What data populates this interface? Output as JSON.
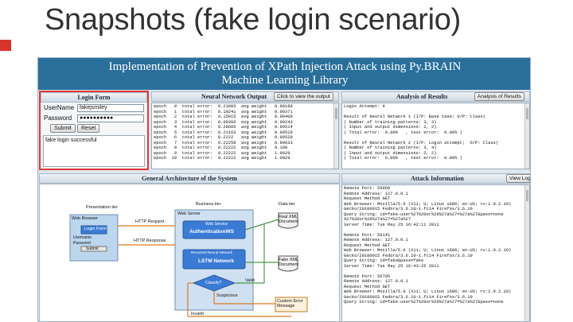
{
  "slide": {
    "title": "Snapshots (fake login scenario)"
  },
  "banner": {
    "line1": "Implementation of Prevention of XPath Injection Attack using Py.BRAIN",
    "line2": "Machine Learning Library"
  },
  "login": {
    "header": "Login Form",
    "username_label": "UserName",
    "username_value": "fakejsmiley",
    "password_label": "Password",
    "password_value": "●●●●●●●●●●",
    "submit_label": "Submit",
    "reset_label": "Reset",
    "message": "fake login successful"
  },
  "nn": {
    "header": "Neural Network Output",
    "button": "Click to view the output",
    "rows": [
      "epoch   0  total error:  0.21883  avg weight   0.99188",
      "epoch   1  total error:  0.19241  avg weight   0.99371",
      "epoch   2  total error:  0.15015  avg weight   0.99409",
      "epoch   3  total error:  0.09386  avg weight   0.99243",
      "epoch   4  total error:  0.28605  avg weight   0.99514",
      "epoch   5  total error:  0.21163  avg weight   0.99529",
      "epoch   6  total error:  0.2222   avg weight   0.99529",
      "epoch   7  total error:  0.22258  avg weight   0.99633",
      "epoch   8  total error:  0.22222  avg weight   0.100",
      "epoch   9  total error:  0.22222  avg weight   1.0029",
      "epoch  10  total error:  0.22222  avg weight   1.0029"
    ]
  },
  "analysis": {
    "header": "Analysis of Results",
    "button": "Analysis of Results",
    "rows": [
      "Login Attempt: 4",
      "",
      "Result of Neural Network 1 (I/P: Base Case; O/P: Class)",
      "( Number of training patterns: 3, 3)",
      "( Input and output dimensions: 2, 2)",
      "( Total error:  0.00%   , test error:  0.00% )",
      "",
      "Result of Neural Network 2 (I/P: Login attempt;  O/P: Class)",
      "( Number of training patterns: 3, 4)",
      "( Input and output dimensions: 2, 2)",
      "( Total error:  0.00%   , test error:  0.00% )"
    ]
  },
  "architecture": {
    "header": "General Architecture of the System",
    "presentation_tier": "Presentation tier",
    "web_browser": "Web Browser",
    "login_form": "Login Form",
    "username": "Username",
    "password": "Password",
    "submit": "Submit",
    "business_tier": "Business tier",
    "web_server": "Web Server",
    "web_service": "Web Service",
    "authentication_ws": "AuthenticationWS",
    "recurrent_nn": "Recurrent Neural Network",
    "lstm_network": "LSTM Network",
    "classify": "Classify?",
    "data_tier": "Data tier",
    "real_xml": "Real XML Document",
    "fake_xml": "Fake XML Document",
    "custom_error": "Custom Error Message",
    "http_request": "HTTP Request",
    "http_response": "HTTP Response",
    "valid": "Valid",
    "suspicious": "Suspicious",
    "invalid": "Invalid"
  },
  "attack": {
    "header": "Attack Information",
    "button": "View Log",
    "rows": [
      "Remote Port: 56960",
      "Remote Address: 127.0.0.1",
      "Request Method GET",
      "Web Browser: Mozilla/5.0 (X11; U; Linux i686; en-US; rv:1.9.2.10)",
      "Gecko/20100915 Fedora/3.6.10-1.fc14 Firefox/3.6.10",
      "Query String: id=fake-user%27%20or%20%27a%27=%27a%27&pass=none",
      "%27%20or%20%27a%27=%27a%27",
      "Server Time: Tue May 25 16:42:11 2011",
      "",
      "Remote Port: 56141",
      "Remote Address: 127.0.0.1",
      "Request Method GET",
      "Web Browser: Mozilla/5.0 (X11; U; Linux i686; en-US; rv:1.9.2.10)",
      "Gecko/20100915 Fedora/3.6.10-1.fc14 Firefox/3.6.10",
      "Query String: id=fake&pass=fake",
      "Server Time: Tue May 25 16:43:25 2011",
      "",
      "Remote Port: 56795",
      "Remote Address: 127.0.0.1",
      "Request Method GET",
      "Web Browser: Mozilla/5.0 (X11; U; Linux i686; en-US; rv:1.9.2.10)",
      "Gecko/20100915 Fedora/3.6.10-1.fc14 Firefox/3.6.10",
      "Query String: id=fake-user%27%20or%20%27a%27=%27a%27&pass=none"
    ]
  },
  "colors": {
    "banner": "#2a6f9c",
    "login_border": "#e23a3a",
    "accent": "#d9342b"
  }
}
